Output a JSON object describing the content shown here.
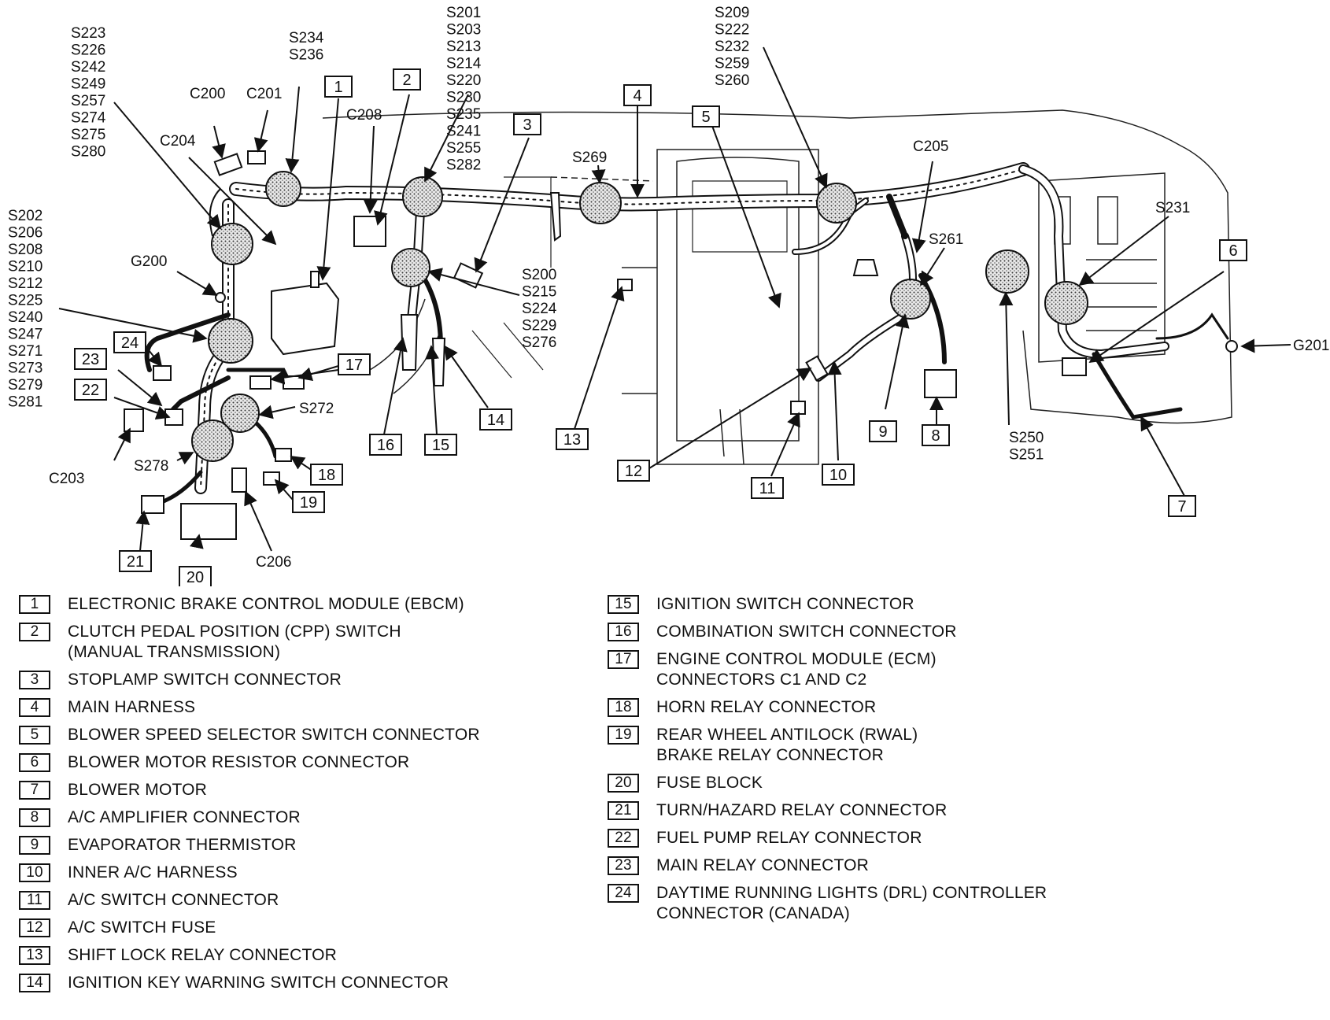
{
  "splice_groups": {
    "left_top": [
      "S223",
      "S226",
      "S242",
      "S249",
      "S257",
      "S274",
      "S275",
      "S280"
    ],
    "s234": [
      "S234",
      "S236"
    ],
    "center_top": [
      "S201",
      "S203",
      "S213",
      "S214",
      "S220",
      "S230",
      "S235",
      "S241",
      "S255",
      "S282"
    ],
    "right_top": [
      "S209",
      "S222",
      "S232",
      "S259",
      "S260"
    ],
    "left_side": [
      "S202",
      "S206",
      "S208",
      "S210",
      "S212",
      "S225",
      "S240",
      "S247",
      "S271",
      "S273",
      "S279",
      "S281"
    ],
    "center_mid": [
      "S200",
      "S215",
      "S224",
      "S229",
      "S276"
    ],
    "s250": [
      "S250",
      "S251"
    ]
  },
  "labels": {
    "c200": "C200",
    "c201": "C201",
    "c204": "C204",
    "c208": "C208",
    "c205": "C205",
    "c203": "C203",
    "c206": "C206",
    "g200": "G200",
    "g201": "G201",
    "s269": "S269",
    "s231": "S231",
    "s261": "S261",
    "s272": "S272",
    "s278": "S278"
  },
  "callouts": [
    {
      "id": "1",
      "n": "1"
    },
    {
      "id": "2",
      "n": "2"
    },
    {
      "id": "3",
      "n": "3"
    },
    {
      "id": "4",
      "n": "4"
    },
    {
      "id": "5",
      "n": "5"
    },
    {
      "id": "6",
      "n": "6"
    },
    {
      "id": "7",
      "n": "7"
    },
    {
      "id": "8",
      "n": "8"
    },
    {
      "id": "9",
      "n": "9"
    },
    {
      "id": "10",
      "n": "10"
    },
    {
      "id": "11",
      "n": "11"
    },
    {
      "id": "12",
      "n": "12"
    },
    {
      "id": "13",
      "n": "13"
    },
    {
      "id": "14",
      "n": "14"
    },
    {
      "id": "15",
      "n": "15"
    },
    {
      "id": "16",
      "n": "16"
    },
    {
      "id": "17",
      "n": "17"
    },
    {
      "id": "18",
      "n": "18"
    },
    {
      "id": "19",
      "n": "19"
    },
    {
      "id": "20",
      "n": "20"
    },
    {
      "id": "21",
      "n": "21"
    },
    {
      "id": "22",
      "n": "22"
    },
    {
      "id": "23",
      "n": "23"
    },
    {
      "id": "24",
      "n": "24"
    }
  ],
  "legend_left": [
    {
      "n": "1",
      "lines": [
        "ELECTRONIC BRAKE CONTROL MODULE (EBCM)"
      ]
    },
    {
      "n": "2",
      "lines": [
        "CLUTCH PEDAL POSITION (CPP) SWITCH",
        "(MANUAL TRANSMISSION)"
      ]
    },
    {
      "n": "3",
      "lines": [
        "STOPLAMP SWITCH CONNECTOR"
      ]
    },
    {
      "n": "4",
      "lines": [
        "MAIN HARNESS"
      ]
    },
    {
      "n": "5",
      "lines": [
        "BLOWER SPEED SELECTOR SWITCH CONNECTOR"
      ]
    },
    {
      "n": "6",
      "lines": [
        "BLOWER MOTOR RESISTOR CONNECTOR"
      ]
    },
    {
      "n": "7",
      "lines": [
        "BLOWER MOTOR"
      ]
    },
    {
      "n": "8",
      "lines": [
        "A/C AMPLIFIER CONNECTOR"
      ]
    },
    {
      "n": "9",
      "lines": [
        "EVAPORATOR THERMISTOR"
      ]
    },
    {
      "n": "10",
      "lines": [
        "INNER A/C HARNESS"
      ]
    },
    {
      "n": "11",
      "lines": [
        "A/C SWITCH CONNECTOR"
      ]
    },
    {
      "n": "12",
      "lines": [
        "A/C SWITCH FUSE"
      ]
    },
    {
      "n": "13",
      "lines": [
        "SHIFT LOCK RELAY CONNECTOR"
      ]
    },
    {
      "n": "14",
      "lines": [
        "IGNITION KEY WARNING SWITCH CONNECTOR"
      ]
    }
  ],
  "legend_right": [
    {
      "n": "15",
      "lines": [
        "IGNITION SWITCH CONNECTOR"
      ]
    },
    {
      "n": "16",
      "lines": [
        "COMBINATION SWITCH CONNECTOR"
      ]
    },
    {
      "n": "17",
      "lines": [
        "ENGINE CONTROL MODULE (ECM)",
        "CONNECTORS C1 AND C2"
      ]
    },
    {
      "n": "18",
      "lines": [
        "HORN RELAY CONNECTOR"
      ]
    },
    {
      "n": "19",
      "lines": [
        "REAR WHEEL ANTILOCK (RWAL)",
        "BRAKE RELAY CONNECTOR"
      ]
    },
    {
      "n": "20",
      "lines": [
        "FUSE BLOCK"
      ]
    },
    {
      "n": "21",
      "lines": [
        "TURN/HAZARD RELAY CONNECTOR"
      ]
    },
    {
      "n": "22",
      "lines": [
        "FUEL PUMP RELAY CONNECTOR"
      ]
    },
    {
      "n": "23",
      "lines": [
        "MAIN RELAY CONNECTOR"
      ]
    },
    {
      "n": "24",
      "lines": [
        "DAYTIME RUNNING LIGHTS (DRL) CONTROLLER",
        "CONNECTOR (CANADA)"
      ]
    }
  ]
}
